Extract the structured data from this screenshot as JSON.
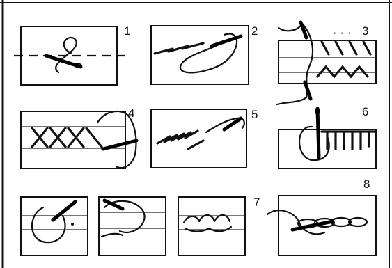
{
  "figure": {
    "labels": [
      "1",
      "2",
      "3",
      "4",
      "5",
      "6",
      "7",
      "8"
    ]
  }
}
